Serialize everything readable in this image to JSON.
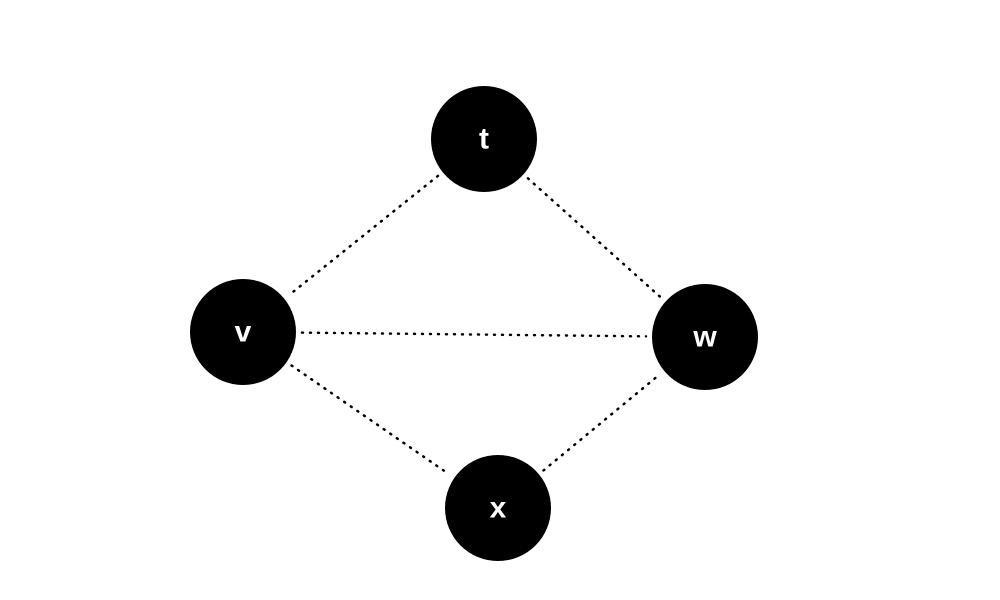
{
  "graph": {
    "node_color": "#000000",
    "label_color": "#ffffff",
    "edge_color": "#000000",
    "edge_style": "dotted",
    "nodes": [
      {
        "id": "t",
        "label": "t"
      },
      {
        "id": "v",
        "label": "v"
      },
      {
        "id": "w",
        "label": "w"
      },
      {
        "id": "x",
        "label": "x"
      }
    ],
    "edges": [
      {
        "from": "t",
        "to": "v"
      },
      {
        "from": "t",
        "to": "w"
      },
      {
        "from": "v",
        "to": "w"
      },
      {
        "from": "v",
        "to": "x"
      },
      {
        "from": "x",
        "to": "w"
      }
    ]
  }
}
